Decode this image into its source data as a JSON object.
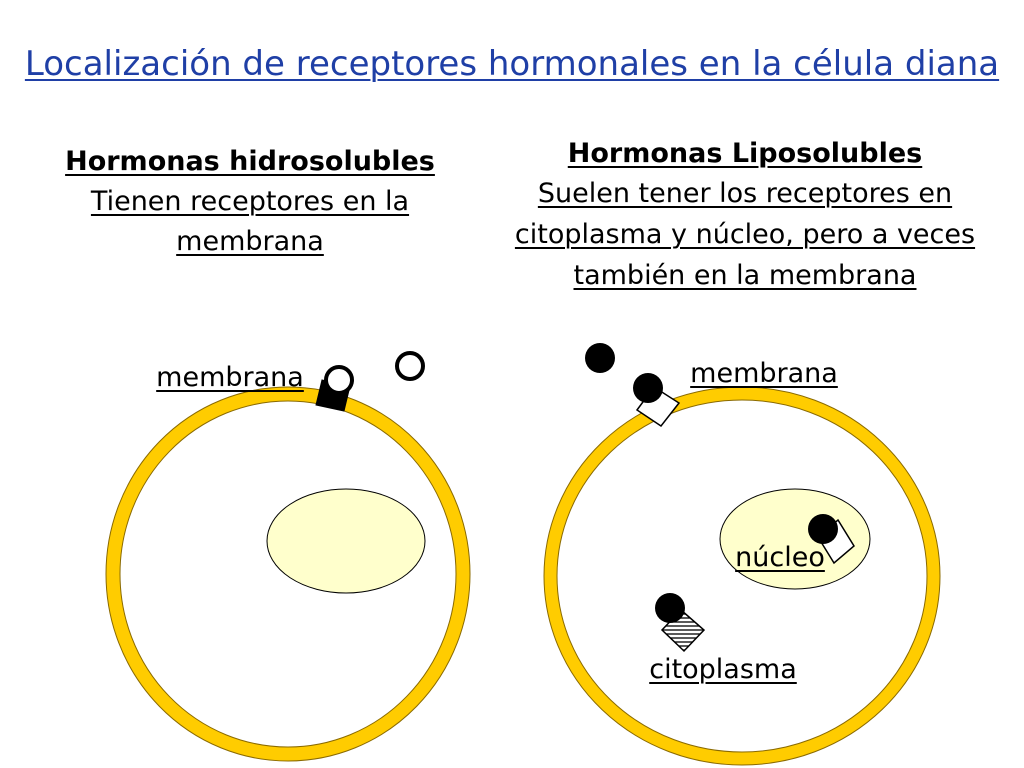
{
  "title": "Localización de receptores hormonales en la célula diana",
  "left": {
    "heading": "Hormonas hidrosolubles",
    "subtitle_lines": [
      "Tienen receptores en la",
      "membrana"
    ],
    "label_membrane": "membrana"
  },
  "right": {
    "heading": "Hormonas Liposolubles",
    "subtitle_lines": [
      "Suelen tener los receptores en",
      "citoplasma y núcleo, pero a veces",
      "también en la membrana"
    ],
    "label_membrane": "membrana",
    "label_nucleus": "núcleo",
    "label_cytoplasm": "citoplasma"
  },
  "colors": {
    "title": "#1f3fa6",
    "membrane_fill": "#ffcc00",
    "membrane_stroke": "#8a6a00",
    "nucleus_fill": "#ffffcc",
    "cell_fill": "#ffffff",
    "receptor": "#000000",
    "hormone_water": "#ffffff",
    "hormone_lipid": "#000000"
  },
  "icons": {
    "water_hormone": "hollow-circle",
    "lipid_hormone": "filled-circle",
    "membrane_receptor": "square",
    "cytoplasm_receptor": "hatched-diamond"
  }
}
